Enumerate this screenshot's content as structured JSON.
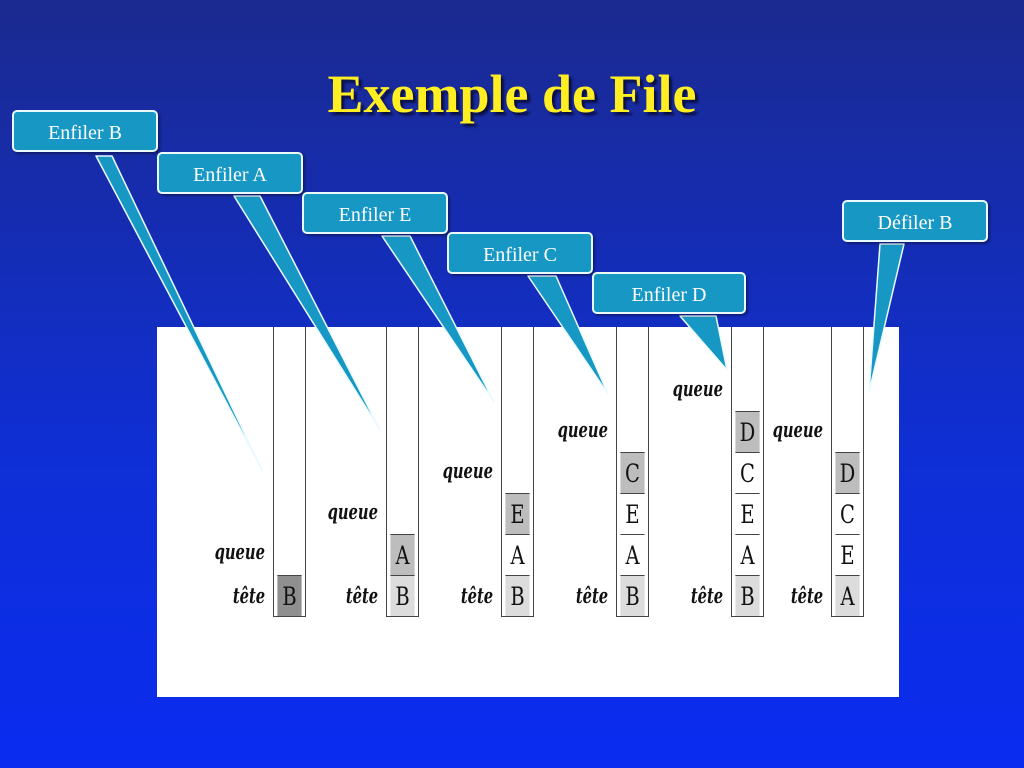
{
  "title": "Exemple de File",
  "labels": {
    "queue": "queue",
    "tete": "tête"
  },
  "callouts": [
    {
      "id": "enfiler-b",
      "text": "Enfiler B"
    },
    {
      "id": "enfiler-a",
      "text": "Enfiler A"
    },
    {
      "id": "enfiler-e",
      "text": "Enfiler E"
    },
    {
      "id": "enfiler-c",
      "text": "Enfiler C"
    },
    {
      "id": "enfiler-d",
      "text": "Enfiler D"
    },
    {
      "id": "defiler-b",
      "text": "Défiler B"
    }
  ],
  "queues": [
    {
      "cells": [
        "B"
      ],
      "queue_row": 1
    },
    {
      "cells": [
        "B",
        "A"
      ],
      "queue_row": 2
    },
    {
      "cells": [
        "B",
        "A",
        "E"
      ],
      "queue_row": 3
    },
    {
      "cells": [
        "B",
        "A",
        "E",
        "C"
      ],
      "queue_row": 4
    },
    {
      "cells": [
        "B",
        "A",
        "E",
        "C",
        "D"
      ],
      "queue_row": 5
    },
    {
      "cells": [
        "A",
        "E",
        "C",
        "D"
      ],
      "queue_row": 4
    }
  ],
  "colors": {
    "callout_fill": "#1798c4",
    "title": "#ffee22",
    "cell_top": "#8f8f8f",
    "cell_bottom": "#dcdcdc"
  }
}
